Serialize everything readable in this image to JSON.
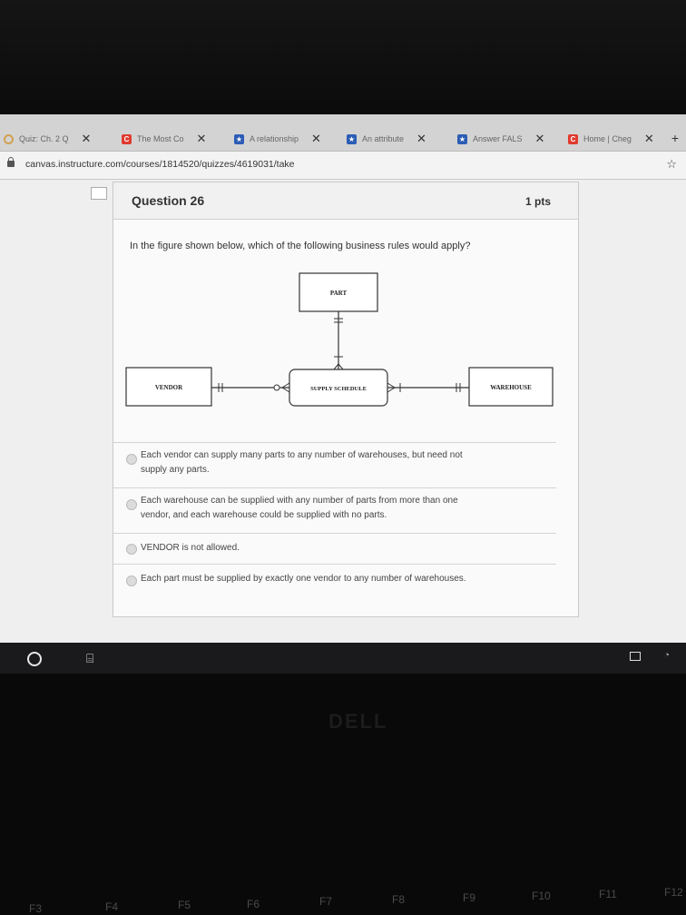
{
  "browser": {
    "tabs": [
      {
        "title": "Quiz: Ch. 2 Q",
        "favicon": "quiz-icon"
      },
      {
        "title": "The Most Co",
        "favicon": "chegg-icon"
      },
      {
        "title": "A relationship",
        "favicon": "star-icon"
      },
      {
        "title": "An attribute",
        "favicon": "star-icon"
      },
      {
        "title": "Answer FALS",
        "favicon": "star-icon"
      },
      {
        "title": "Home | Cheg",
        "favicon": "chegg-icon"
      }
    ],
    "close_glyph": "✕",
    "new_tab_glyph": "+",
    "url": "canvas.instructure.com/courses/1814520/quizzes/4619031/take",
    "bookmark_glyph": "☆"
  },
  "question": {
    "title": "Question 26",
    "points": "1 pts",
    "text": "In the figure shown below, which of the following business rules would apply?",
    "diagram": {
      "entities": [
        "PART",
        "VENDOR",
        "SUPPLY SCHEDULE",
        "WAREHOUSE"
      ]
    },
    "answers": [
      {
        "line1": "Each vendor can supply many parts to any number of warehouses, but need not",
        "line2": "supply any parts."
      },
      {
        "line1": "Each warehouse can be supplied with any number of parts from more than one",
        "line2": "vendor, and each warehouse could be supplied with no parts."
      },
      {
        "line1": "VENDOR is not allowed.",
        "line2": ""
      },
      {
        "line1": "Each part must be supplied by exactly one vendor to any number of warehouses.",
        "line2": ""
      }
    ]
  },
  "taskbar": {
    "taskview_glyph": "⌸"
  },
  "keyboard": {
    "brand": "DELL",
    "fkeys": [
      "F3",
      "F4",
      "F5",
      "F6",
      "F7",
      "F8",
      "F9",
      "F10",
      "F11",
      "F12"
    ]
  }
}
